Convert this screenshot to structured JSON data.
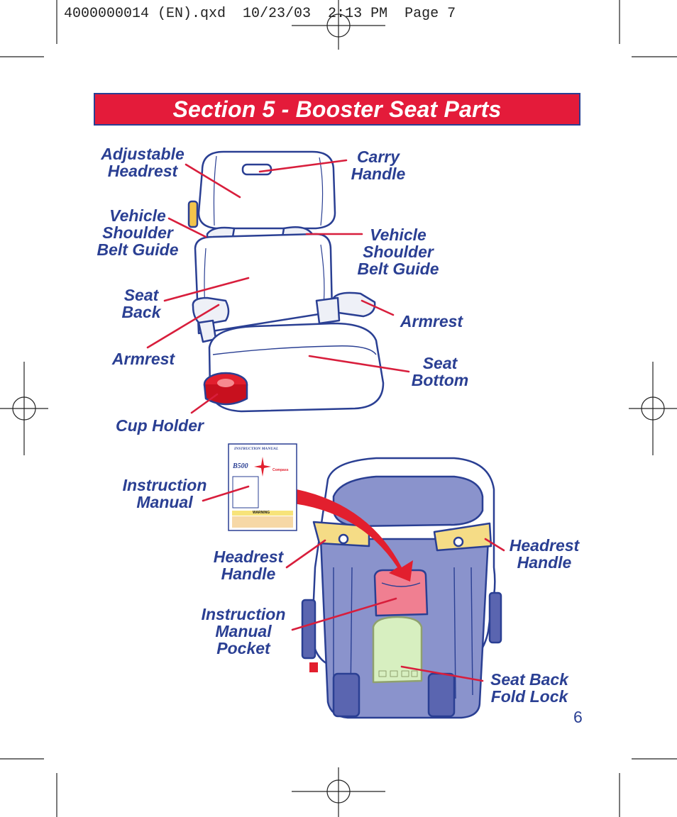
{
  "slug_line": "4000000014 (EN).qxd  10/23/03  2:13 PM  Page 7",
  "title": "Section 5 - Booster Seat Parts",
  "labels": {
    "adjustable_headrest": "Adjustable\nHeadrest",
    "carry_handle": "Carry\nHandle",
    "vehicle_shoulder_belt_guide_left": "Vehicle\nShoulder\nBelt Guide",
    "vehicle_shoulder_belt_guide_right": "Vehicle\nShoulder\nBelt Guide",
    "seat_back": "Seat\nBack",
    "armrest_right": "Armrest",
    "armrest_left": "Armrest",
    "seat_bottom": "Seat\nBottom",
    "cup_holder": "Cup Holder",
    "instruction_manual": "Instruction\nManual",
    "headrest_handle_left": "Headrest\nHandle",
    "headrest_handle_right": "Headrest\nHandle",
    "instruction_manual_pocket": "Instruction\nManual\nPocket",
    "seat_back_fold_lock": "Seat Back\nFold Lock"
  },
  "manual_cover": {
    "heading": "INSTRUCTION MANUAL",
    "model": "B500",
    "brand": "Compass",
    "warning": "WARNING"
  },
  "page_number": "6",
  "colors": {
    "label_blue": "#2a3f93",
    "leader_red": "#d81e3c",
    "banner_red": "#e41b3a",
    "seat_outline": "#2a3f93",
    "seat_back_fill": "#8a93cc",
    "pocket_pink": "#f07f91",
    "lock_green": "#d7efc0",
    "handle_yellow": "#f5dc86"
  }
}
